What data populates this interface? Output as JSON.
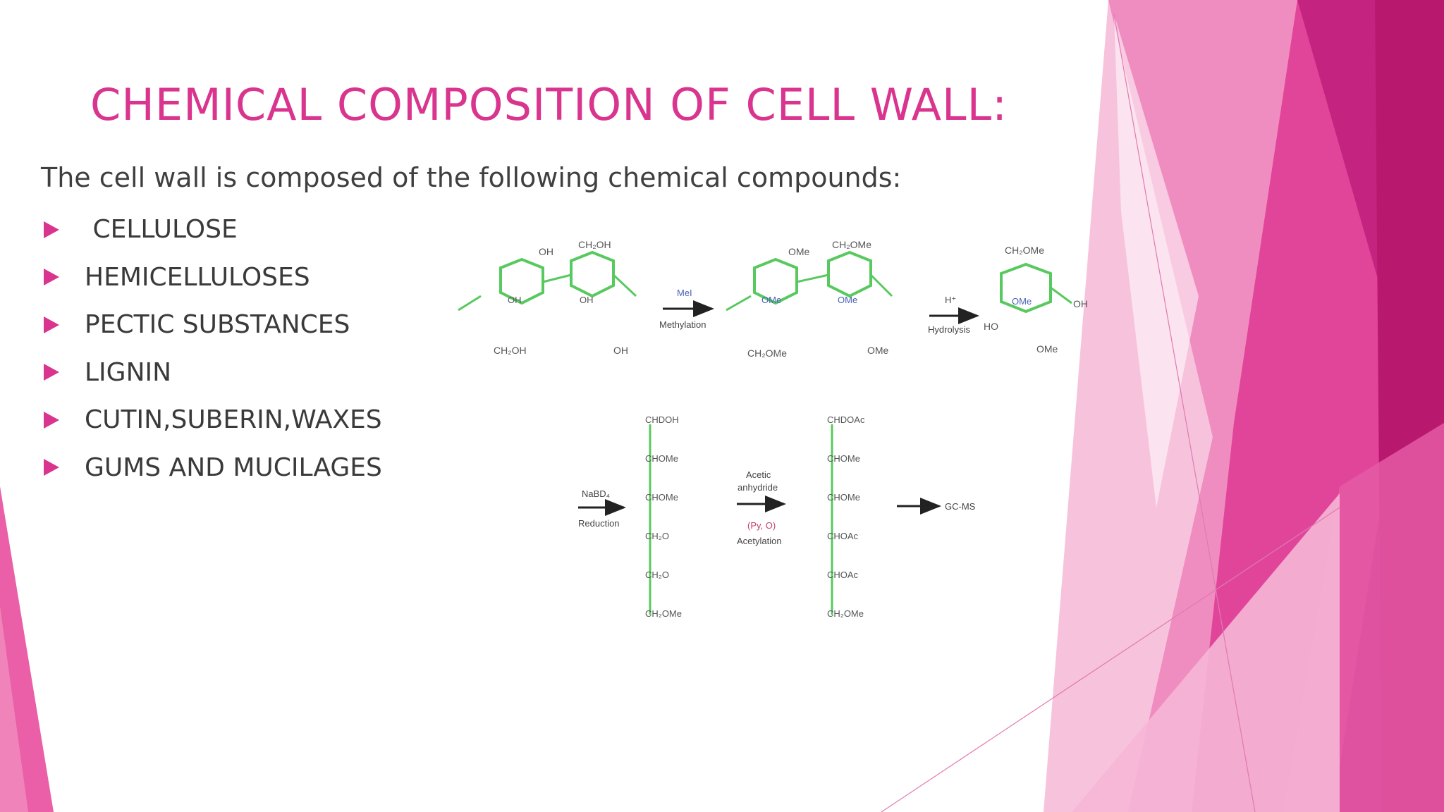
{
  "slide": {
    "title": "CHEMICAL COMPOSITION OF CELL WALL:",
    "intro": "The cell wall is composed of the following chemical compounds:",
    "bullets": [
      " CELLULOSE",
      "HEMICELLULOSES",
      "PECTIC SUBSTANCES",
      "LIGNIN",
      "CUTIN,SUBERIN,WAXES",
      "GUMS AND MUCILAGES"
    ]
  },
  "diagram": {
    "polymer": {
      "top_labels": [
        "OH",
        "CH₂OH"
      ],
      "bottom_labels": [
        "CH₂OH",
        "OH"
      ],
      "ring_oh": [
        "OH",
        "OH"
      ]
    },
    "step1": {
      "reagent": "MeI",
      "label": "Methylation"
    },
    "methylated": {
      "top_labels": [
        "OMe",
        "CH₂OMe"
      ],
      "bottom_labels": [
        "CH₂OMe",
        "OMe"
      ],
      "ring": [
        "OMe",
        "OMe"
      ]
    },
    "step2": {
      "reagent": "H⁺",
      "label": "Hydrolysis"
    },
    "monomer": {
      "top": "CH₂OMe",
      "left": "HO",
      "right": "OH",
      "ring": "OMe",
      "bottom": "OMe"
    },
    "step3": {
      "reagent": "NaBD₄",
      "label": "Reduction"
    },
    "alditol": [
      "CHDOH",
      "CHOMe",
      "CHOMe",
      "CH₂O",
      "CH₂O",
      "CH₂OMe"
    ],
    "step4": {
      "reagent_line1": "Acetic",
      "reagent_line2": "anhydride",
      "reagent_line3": "(Py, O)",
      "label": "Acetylation"
    },
    "acetate": [
      "CHDOAc",
      "CHOMe",
      "CHOMe",
      "CHOAc",
      "CHOAc",
      "CH₂OMe"
    ],
    "final": "GC-MS"
  },
  "colors": {
    "accent": "#d9358f",
    "dark_magenta": "#b81c6e",
    "light_pink": "#f29ac6",
    "ring_green": "#58c95e",
    "methyl_blue": "#4b63b8"
  }
}
